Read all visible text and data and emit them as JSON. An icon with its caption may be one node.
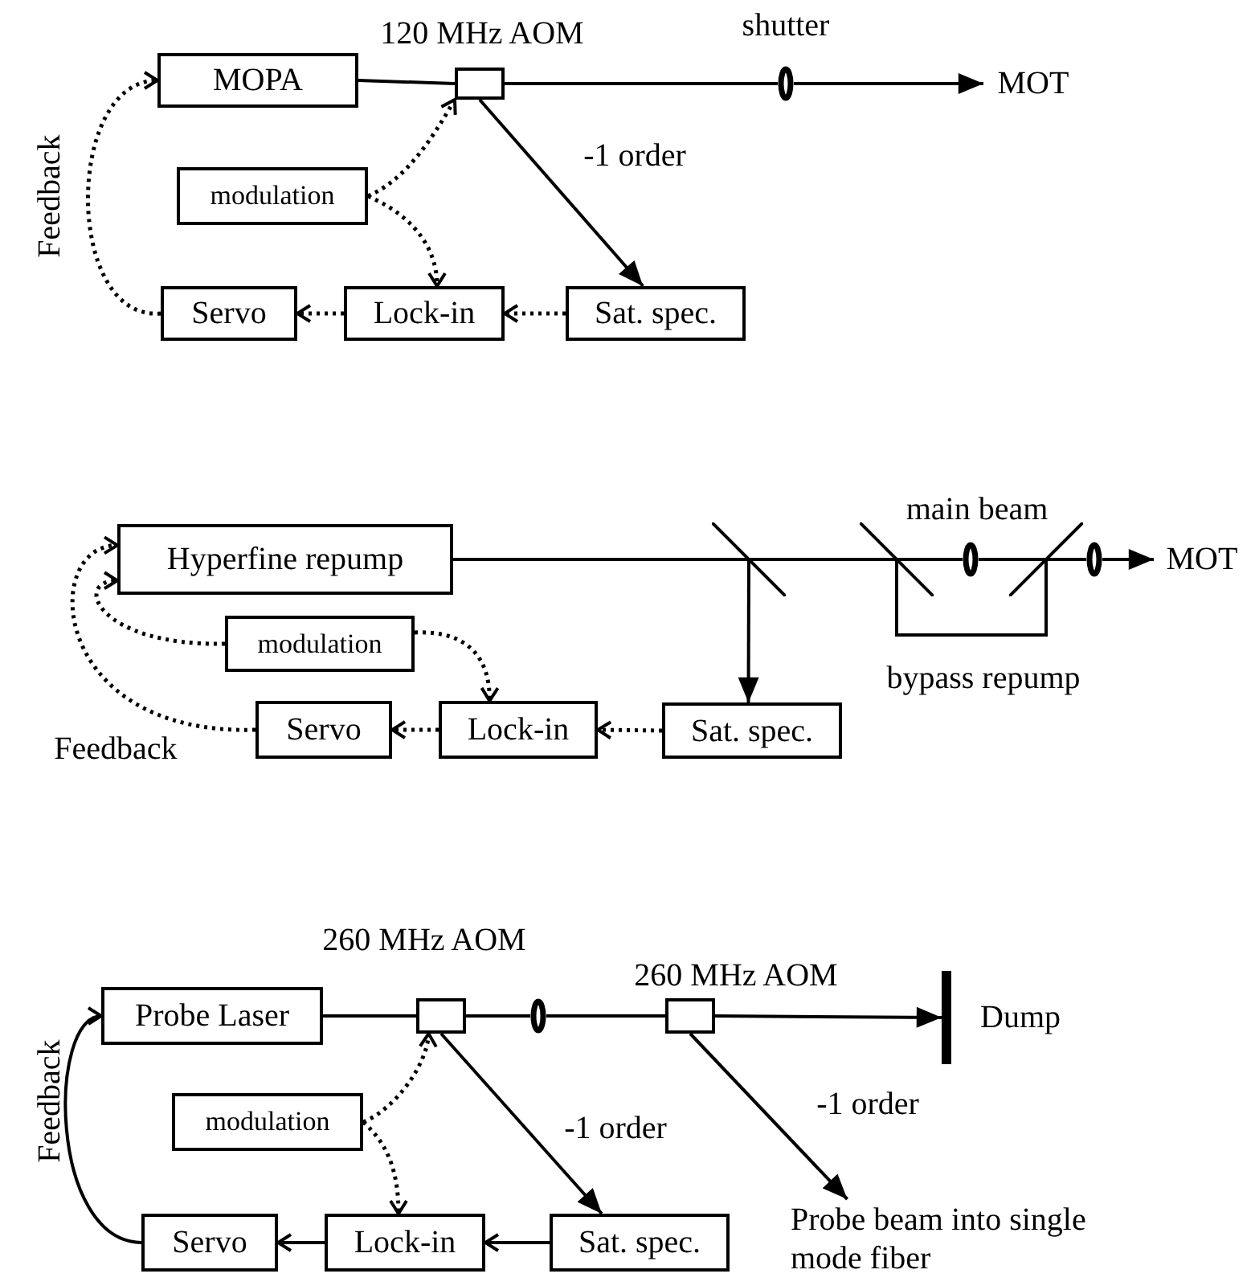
{
  "diagram": {
    "nodes": [
      {
        "text": [
          "MOPA"
        ]
      },
      {
        "text": [],
        "shape": "box",
        "beside": [
          "120 MHz AOM"
        ]
      },
      {
        "text": [],
        "shape": "ellipse",
        "beside": [
          "shutter"
        ]
      },
      {
        "text": [
          "MOT"
        ]
      },
      {
        "text": [
          "modulation"
        ]
      },
      {
        "text": [
          "Servo"
        ]
      },
      {
        "text": [
          "Lock-in"
        ]
      },
      {
        "text": [
          "Sat. spec."
        ]
      },
      {
        "text": [
          "Hyperfine repump"
        ]
      },
      {
        "text": [],
        "shape": "mirror"
      },
      {
        "text": [],
        "shape": "mirror"
      },
      {
        "text": [],
        "shape": "ellipse"
      },
      {
        "text": [],
        "shape": "mirror"
      },
      {
        "text": [],
        "shape": "ellipse"
      },
      {
        "text": [
          "MOT"
        ]
      },
      {
        "text": [
          "modulation"
        ]
      },
      {
        "text": [
          "Servo"
        ]
      },
      {
        "text": [
          "Lock-in"
        ]
      },
      {
        "text": [
          "Sat. spec."
        ]
      },
      {
        "text": [
          "Probe Laser"
        ]
      },
      {
        "text": [],
        "shape": "box",
        "beside": [
          "260 MHz AOM"
        ]
      },
      {
        "text": [],
        "shape": "ellipse"
      },
      {
        "text": [],
        "shape": "box",
        "beside": [
          "260 MHz AOM"
        ]
      },
      {
        "text": [],
        "shape": "bar",
        "beside": [
          "Dump"
        ]
      },
      {
        "text": [
          "modulation"
        ]
      },
      {
        "text": [
          "Servo"
        ]
      },
      {
        "text": [
          "Lock-in"
        ]
      },
      {
        "text": [
          "Sat. spec."
        ]
      },
      {
        "text": [
          "Probe beam into single mode fiber"
        ]
      }
    ],
    "edges": [
      {
        "from": 0,
        "to": 1,
        "arrow": "none"
      },
      {
        "from": 1,
        "to": 2,
        "arrow": "none"
      },
      {
        "from": 2,
        "to": 3,
        "arrow": "to"
      },
      {
        "from": 1,
        "to": 7,
        "arrow": "to",
        "label": "-1 order"
      },
      {
        "from": 4,
        "to": 1,
        "arrow": "to",
        "style": "dashed"
      },
      {
        "from": 4,
        "to": 6,
        "arrow": "to",
        "style": "dashed"
      },
      {
        "from": 7,
        "to": 6,
        "arrow": "to",
        "style": "dashed"
      },
      {
        "from": 6,
        "to": 5,
        "arrow": "to",
        "style": "dashed"
      },
      {
        "from": 5,
        "to": 0,
        "arrow": "to",
        "style": "dashed",
        "label": "Feedback"
      },
      {
        "from": 8,
        "to": 9,
        "arrow": "none"
      },
      {
        "from": 9,
        "to": 10,
        "arrow": "none"
      },
      {
        "from": 10,
        "to": 11,
        "arrow": "none"
      },
      {
        "from": 11,
        "to": 12,
        "arrow": "none"
      },
      {
        "from": 12,
        "to": 13,
        "arrow": "none"
      },
      {
        "from": 13,
        "to": 14,
        "arrow": "to"
      },
      {
        "from": 9,
        "to": 18,
        "arrow": "to"
      },
      {
        "from": 10,
        "to": 12,
        "arrow": "none",
        "label": "bypass repump"
      },
      {
        "from": 15,
        "to": 8,
        "arrow": "to",
        "style": "dashed"
      },
      {
        "from": 15,
        "to": 17,
        "arrow": "to",
        "style": "dashed"
      },
      {
        "from": 18,
        "to": 17,
        "arrow": "to",
        "style": "dashed"
      },
      {
        "from": 17,
        "to": 16,
        "arrow": "to",
        "style": "dashed"
      },
      {
        "from": 16,
        "to": 8,
        "arrow": "to",
        "style": "dashed",
        "label": "Feedback"
      },
      {
        "from": 19,
        "to": 20,
        "arrow": "none"
      },
      {
        "from": 20,
        "to": 21,
        "arrow": "none"
      },
      {
        "from": 21,
        "to": 22,
        "arrow": "none"
      },
      {
        "from": 22,
        "to": 23,
        "arrow": "to"
      },
      {
        "from": 20,
        "to": 27,
        "arrow": "to",
        "label": "-1 order"
      },
      {
        "from": 22,
        "to": 28,
        "arrow": "to",
        "label": "-1 order"
      },
      {
        "from": 24,
        "to": 20,
        "arrow": "to",
        "style": "dashed"
      },
      {
        "from": 24,
        "to": 26,
        "arrow": "to",
        "style": "dashed"
      },
      {
        "from": 27,
        "to": 26,
        "arrow": "to"
      },
      {
        "from": 26,
        "to": 25,
        "arrow": "to"
      },
      {
        "from": 25,
        "to": 19,
        "arrow": "to",
        "label": "Feedback"
      }
    ],
    "labels": [
      "main beam"
    ]
  }
}
